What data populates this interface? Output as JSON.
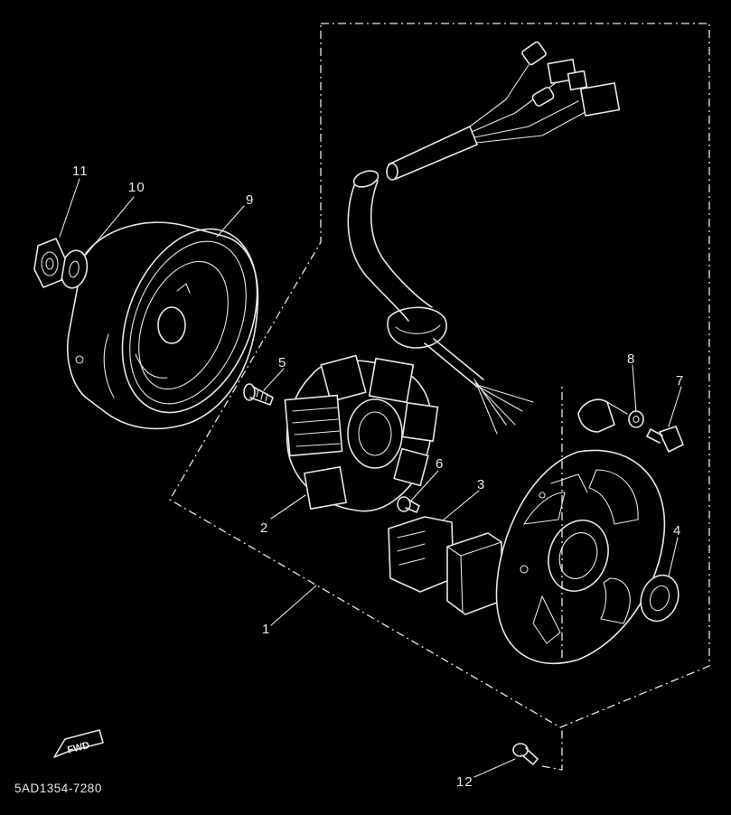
{
  "diagram_code": "5AD1354-7280",
  "fwd_label": "FWD",
  "callouts": [
    {
      "id": "c1",
      "label": "1"
    },
    {
      "id": "c2",
      "label": "2"
    },
    {
      "id": "c3",
      "label": "3"
    },
    {
      "id": "c4",
      "label": "4"
    },
    {
      "id": "c5",
      "label": "5"
    },
    {
      "id": "c6",
      "label": "6"
    },
    {
      "id": "c7",
      "label": "7"
    },
    {
      "id": "c8",
      "label": "8"
    },
    {
      "id": "c9",
      "label": "9"
    },
    {
      "id": "c10",
      "label": "10"
    },
    {
      "id": "c11",
      "label": "11"
    },
    {
      "id": "c12",
      "label": "12"
    }
  ]
}
